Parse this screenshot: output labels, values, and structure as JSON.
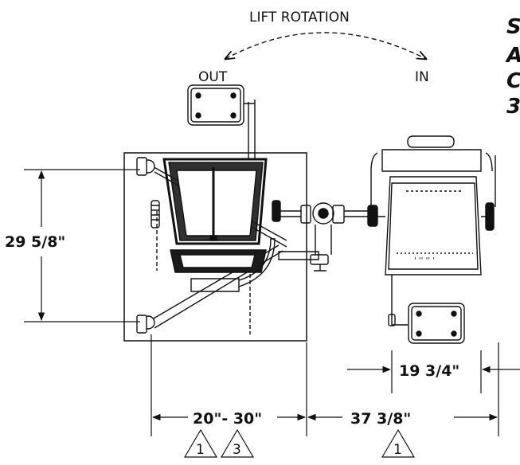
{
  "labels": {
    "rotation_title": "LIFT ROTATION",
    "out": "OUT",
    "in": "IN"
  },
  "dimensions": {
    "height": "29 5/8\"",
    "seat_width": "19 3/4\"",
    "range": "20\"- 30\"",
    "total": "37 3/8\""
  },
  "revision_marks": [
    "1",
    "3",
    "1"
  ],
  "corner_text": [
    "S",
    "A",
    "C",
    "3"
  ]
}
